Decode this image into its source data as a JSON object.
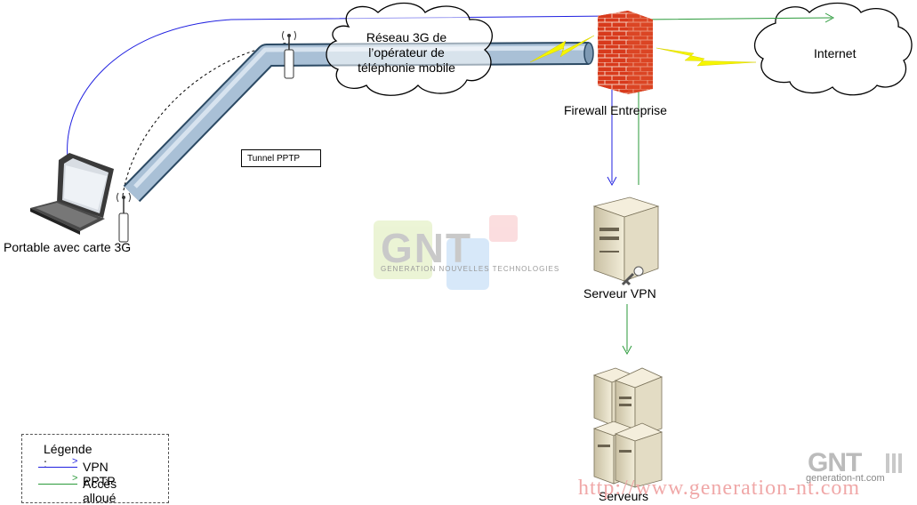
{
  "nodes": {
    "laptop": "Portable avec carte 3G",
    "cloud_3g": [
      "Réseau 3G de",
      "l’opérateur de",
      "téléphonie mobile"
    ],
    "firewall": "Firewall Entreprise",
    "internet": "Internet",
    "vpn_server": "Serveur VPN",
    "servers": "Serveurs"
  },
  "tunnel_label": "Tunnel PPTP",
  "legend": {
    "title": "Légende :",
    "items": [
      {
        "label": "VPN PPTP",
        "color": "#2020e0"
      },
      {
        "label": "Accès alloué",
        "color": "#2a9a3a"
      }
    ]
  },
  "watermark": {
    "logo": "GNT",
    "tagline": "GENERATION NOUVELLES TECHNOLOGIES",
    "url": "http://www.generation-nt.com",
    "corner_logo": "GNT",
    "corner_sub": "generation-nt.com"
  },
  "colors": {
    "tunnel": "#a9c0d6",
    "tunnel_edge": "#2c4a64",
    "lightning": "#f5f500",
    "firewall_brick": "#d83a1c",
    "vpn_line": "#2020e0",
    "access_line": "#2a9a3a"
  }
}
